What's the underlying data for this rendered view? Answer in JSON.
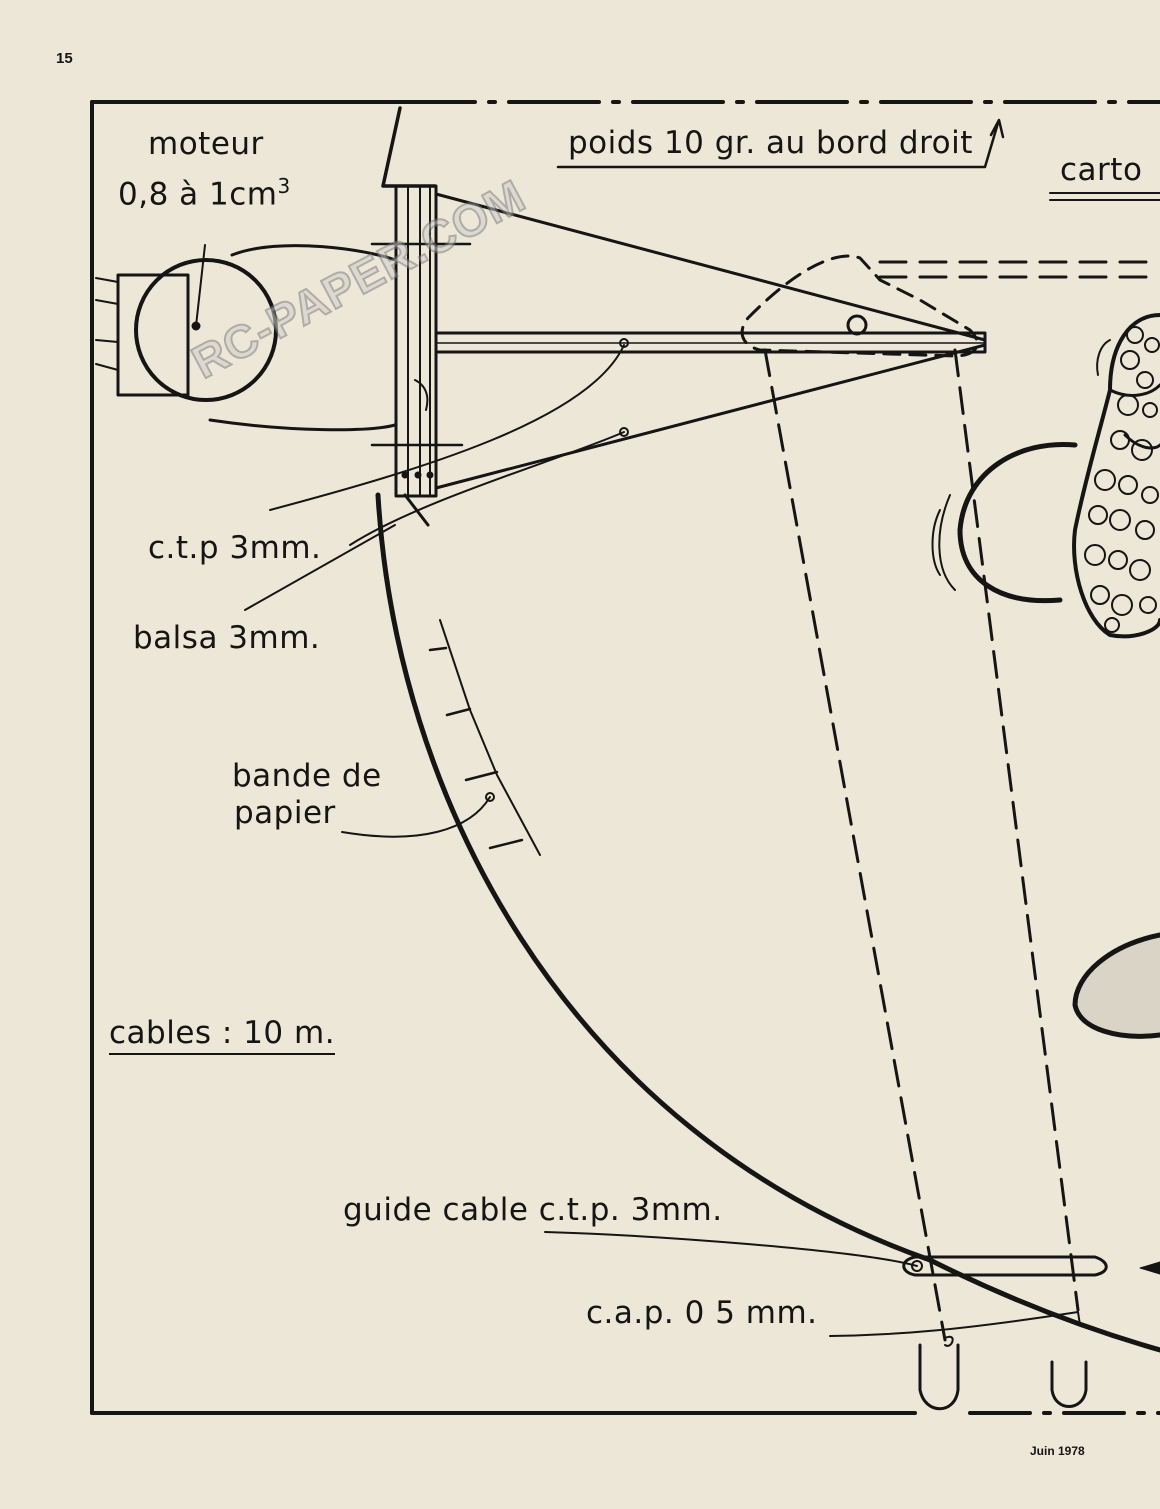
{
  "page_number": "15",
  "footer_date": "Juin 1978",
  "labels": {
    "moteur": "moteur",
    "moteur_size": "0,8  à  1cm",
    "moteur_sup": "3",
    "poids": "poids 10 gr. au bord droit",
    "carton": "carto",
    "ctp": "c.t.p 3mm.",
    "balsa": "balsa  3mm.",
    "bande_line1": "bande de",
    "bande_line2": "papier",
    "cables": "cables :  10 m.",
    "guide_cable": "guide cable c.t.p. 3mm.",
    "cap": "c.a.p. 0 5 mm."
  },
  "watermark": "RC-PAPER.COM",
  "colors": {
    "paper": "#ece7d6",
    "ink": "#151515"
  }
}
